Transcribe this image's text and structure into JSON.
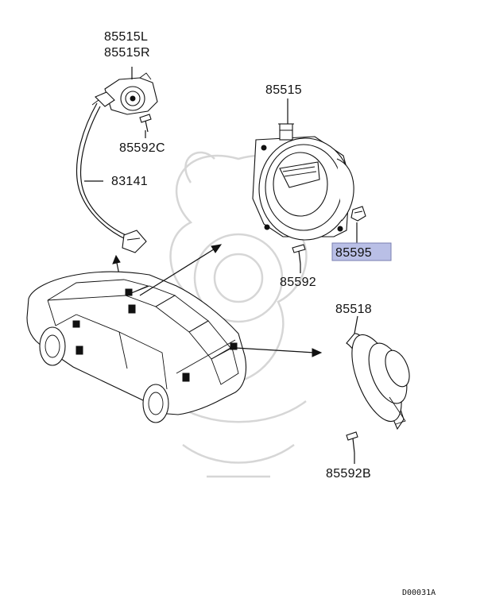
{
  "labels": {
    "p85515L": "85515L",
    "p85515R": "85515R",
    "p85592C": "85592C",
    "p83141": "83141",
    "p85515": "85515",
    "p85595": "85595",
    "p85592": "85592",
    "p85518": "85518",
    "p85592B": "85592B"
  },
  "highlight_color": "#b9bfe6",
  "diagram_code": "D00031A"
}
